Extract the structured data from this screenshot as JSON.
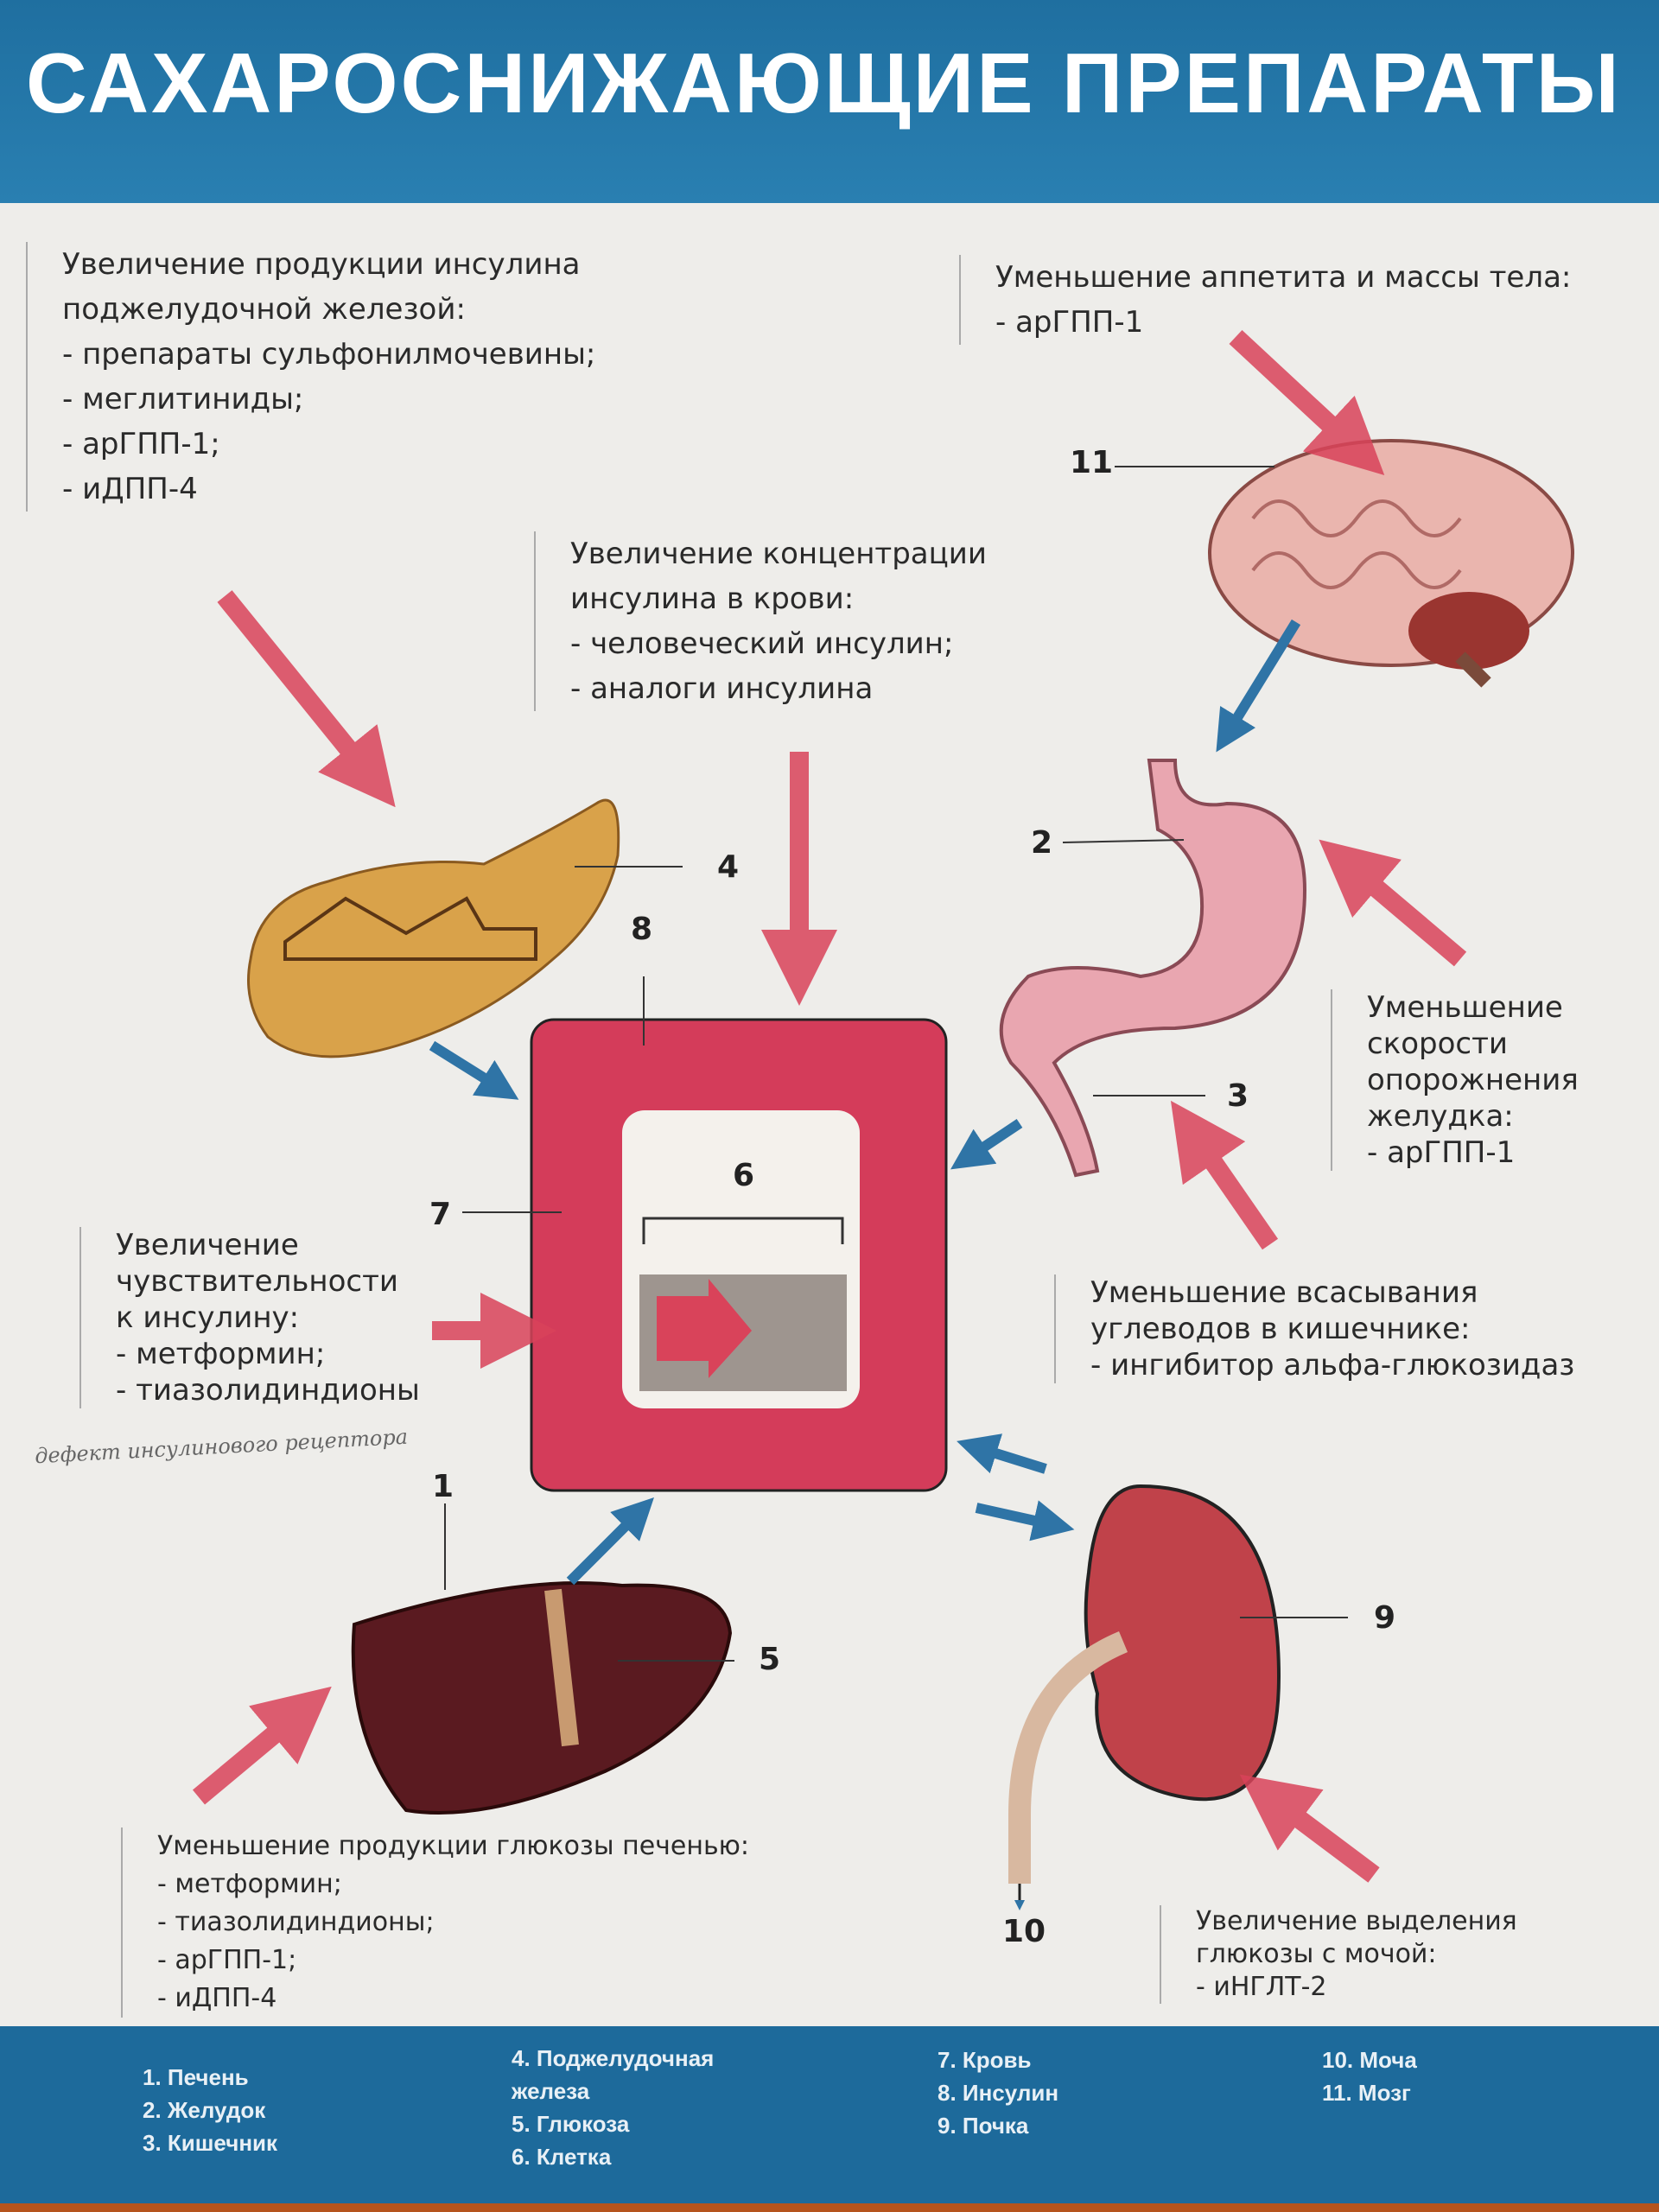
{
  "title": "САХАРОСНИЖАЮЩИЕ ПРЕПАРАТЫ",
  "blocks": {
    "pancreas": {
      "heading": [
        "Увеличение продукции инсулина",
        "поджелудочной железой:"
      ],
      "items": [
        "- препараты сульфонилмочевины;",
        "- меглитиниды;",
        "- арГПП-1;",
        "- иДПП-4"
      ]
    },
    "brain": {
      "heading": [
        "Уменьшение аппетита и массы тела:"
      ],
      "items": [
        "- арГПП-1"
      ]
    },
    "insulin": {
      "heading": [
        "Увеличение концентрации",
        "инсулина в крови:"
      ],
      "items": [
        "- человеческий инсулин;",
        "- аналоги инсулина"
      ]
    },
    "stomach": {
      "heading": [
        "Уменьшение",
        "скорости",
        "опорожнения",
        "желудка:"
      ],
      "items": [
        "- арГПП-1"
      ]
    },
    "sensitivity": {
      "heading": [
        "Увеличение",
        "чувствительности",
        "к инсулину:"
      ],
      "items": [
        "- метформин;",
        "- тиазолидиндионы"
      ]
    },
    "absorption": {
      "heading": [
        "Уменьшение всасывания",
        "углеводов в кишечнике:"
      ],
      "items": [
        "- ингибитор альфа-глюкозидаз"
      ]
    },
    "liver": {
      "heading": [
        "Уменьшение продукции глюкозы печенью:"
      ],
      "items": [
        "- метформин;",
        "- тиазолидиндионы;",
        "- арГПП-1;",
        "- иДПП-4"
      ]
    },
    "kidney": {
      "heading": [
        "Увеличение выделения",
        "глюкозы с мочой:"
      ],
      "items": [
        "- иНГЛТ-2"
      ]
    }
  },
  "handwritten_note": "дефект инсулинового рецептора",
  "numbers": [
    "1",
    "2",
    "3",
    "4",
    "5",
    "6",
    "7",
    "8",
    "9",
    "10",
    "11"
  ],
  "legend": [
    [
      "1. Печень",
      "2. Желудок",
      "3. Кишечник"
    ],
    [
      "4. Поджелудочная железа",
      "5. Глюкоза",
      "6. Клетка"
    ],
    [
      "7. Кровь",
      "8. Инсулин",
      "9. Почка"
    ],
    [
      "10. Моча",
      "11. Мозг"
    ]
  ],
  "colors": {
    "header": "#2a80b2",
    "red_arrow": "#d9435a",
    "blue_arrow": "#2f74a6",
    "blood": "#d43c5a"
  }
}
